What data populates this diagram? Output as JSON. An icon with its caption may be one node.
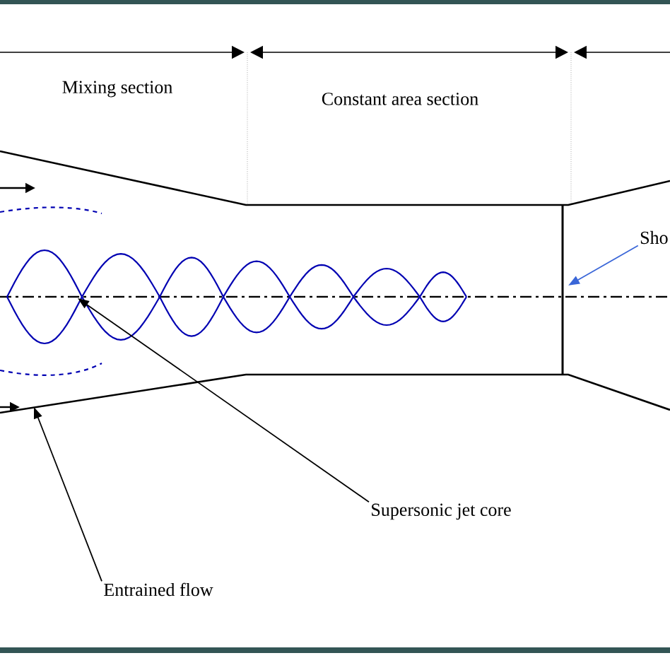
{
  "diagram": {
    "nodes": [
      {
        "text": [
          "Sho"
        ]
      },
      {
        "text": [
          "Supersonic jet core"
        ]
      },
      {
        "text": [
          "Entrained flow"
        ]
      },
      {
        "text": [],
        "shape": "line"
      },
      {
        "text": [],
        "shape": "wave"
      }
    ],
    "edges": [
      {
        "from": 0,
        "to": null,
        "arrow": "to",
        "color": "#3a66d8"
      },
      {
        "from": 1,
        "to": 4,
        "arrow": "to"
      },
      {
        "from": 2,
        "to": 3,
        "arrow": "to"
      }
    ],
    "labels": [
      "Mixing section",
      "Constant area section"
    ]
  }
}
